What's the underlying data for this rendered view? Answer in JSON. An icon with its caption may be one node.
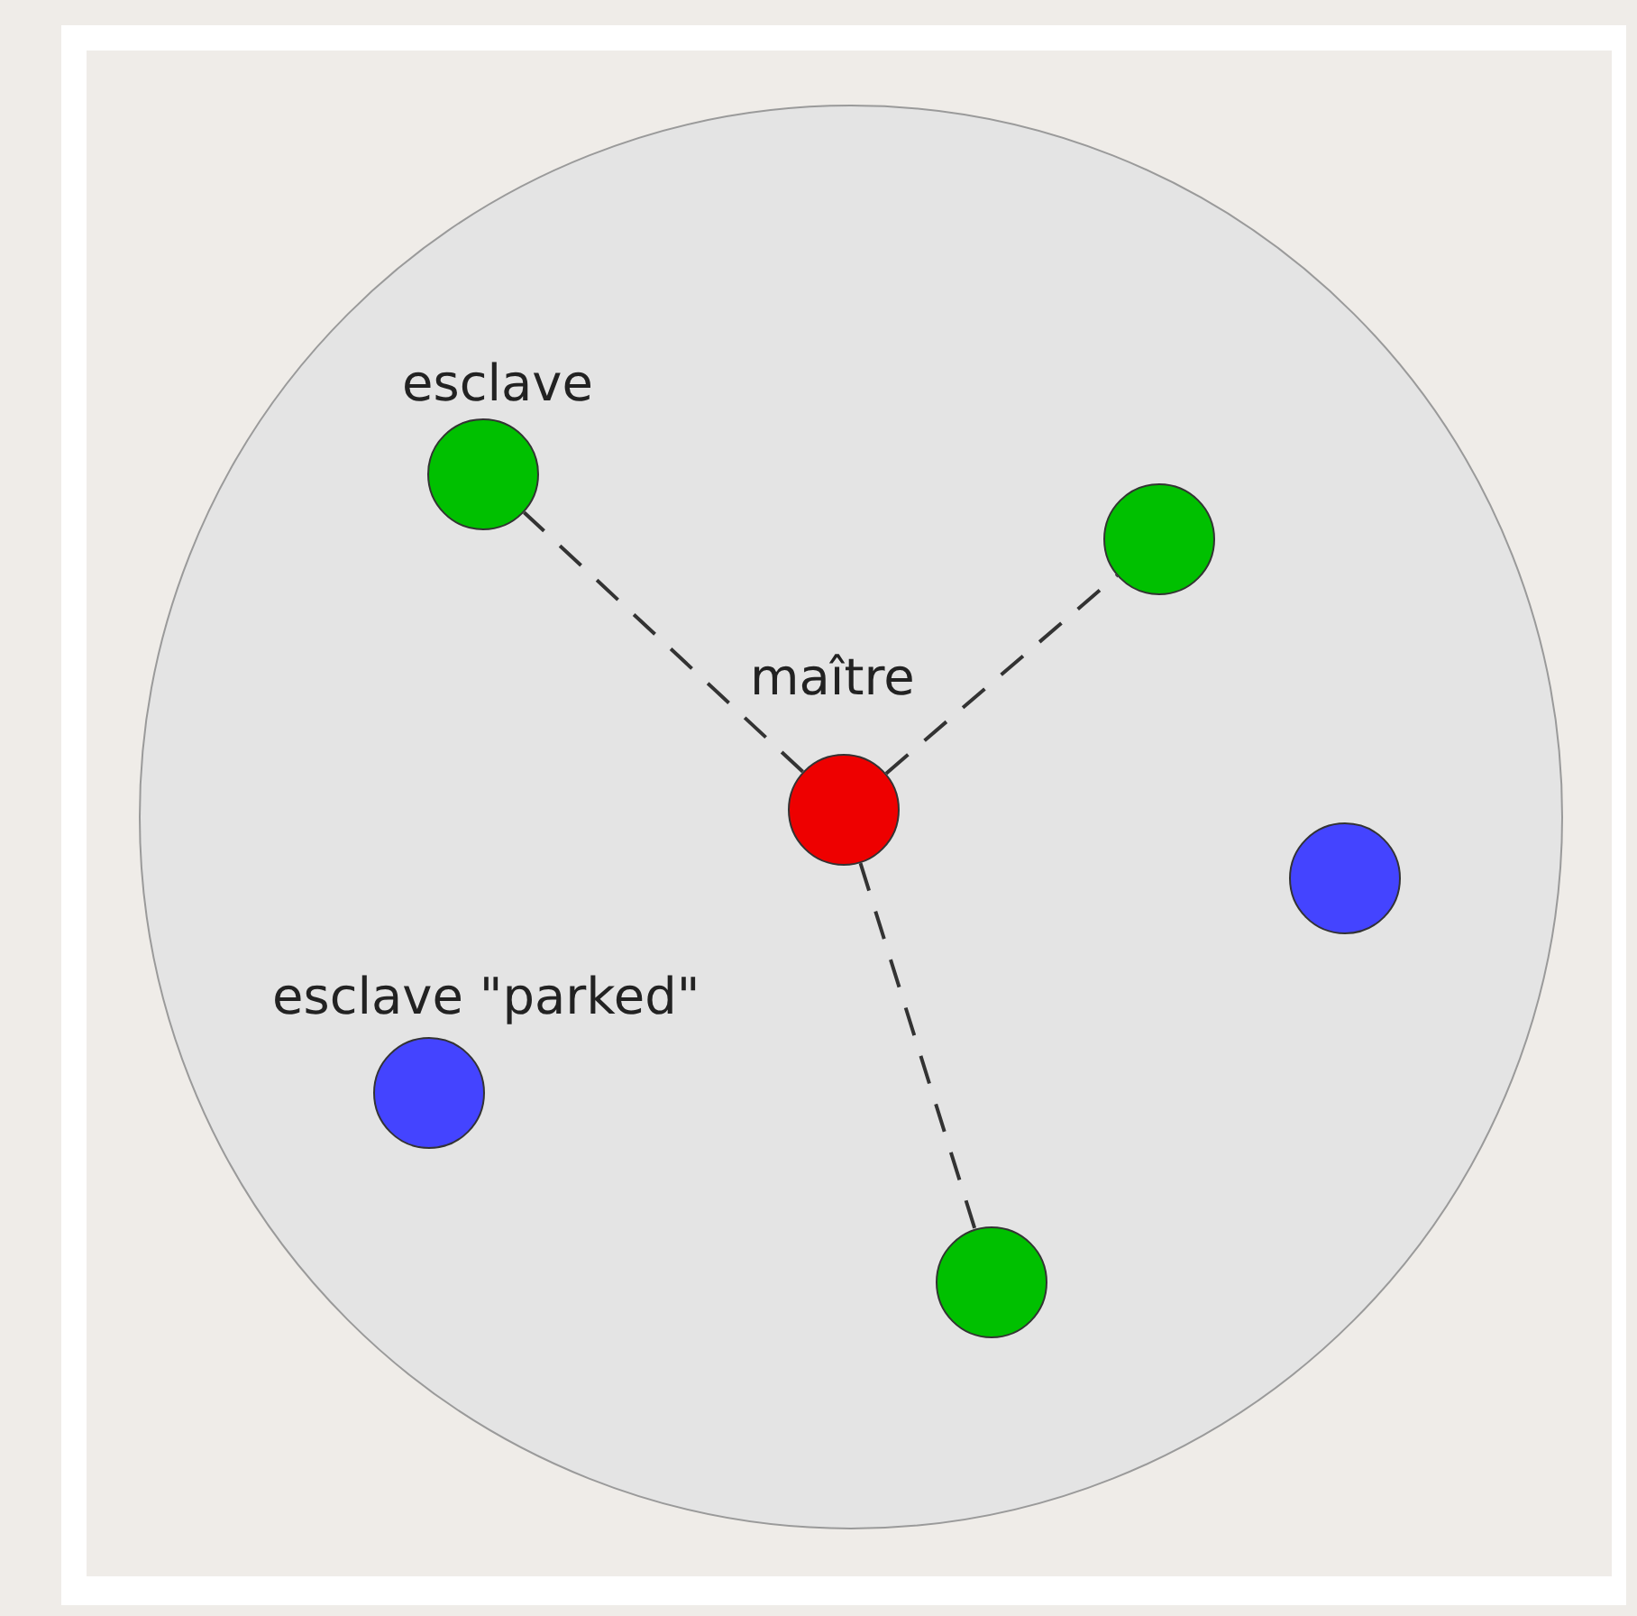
{
  "diagram": {
    "nodes": [
      {
        "text": [],
        "shape": "circle"
      },
      {
        "text": [],
        "shape": "circle",
        "in": 0,
        "beside": [
          "esclave"
        ]
      },
      {
        "text": [],
        "shape": "circle",
        "in": 0
      },
      {
        "text": [],
        "shape": "circle",
        "in": 0,
        "beside": [
          "maître"
        ]
      },
      {
        "text": [],
        "shape": "circle",
        "in": 0
      },
      {
        "text": [],
        "shape": "circle",
        "in": 0,
        "beside": [
          "esclave \"parked\""
        ]
      },
      {
        "text": [],
        "shape": "circle",
        "in": 0
      }
    ],
    "edges": [
      {
        "from": 3,
        "to": 1,
        "arrow": "none",
        "style": "dashed"
      },
      {
        "from": 3,
        "to": 2,
        "arrow": "none",
        "style": "dashed"
      },
      {
        "from": 3,
        "to": 6,
        "arrow": "none",
        "style": "dashed"
      }
    ]
  }
}
